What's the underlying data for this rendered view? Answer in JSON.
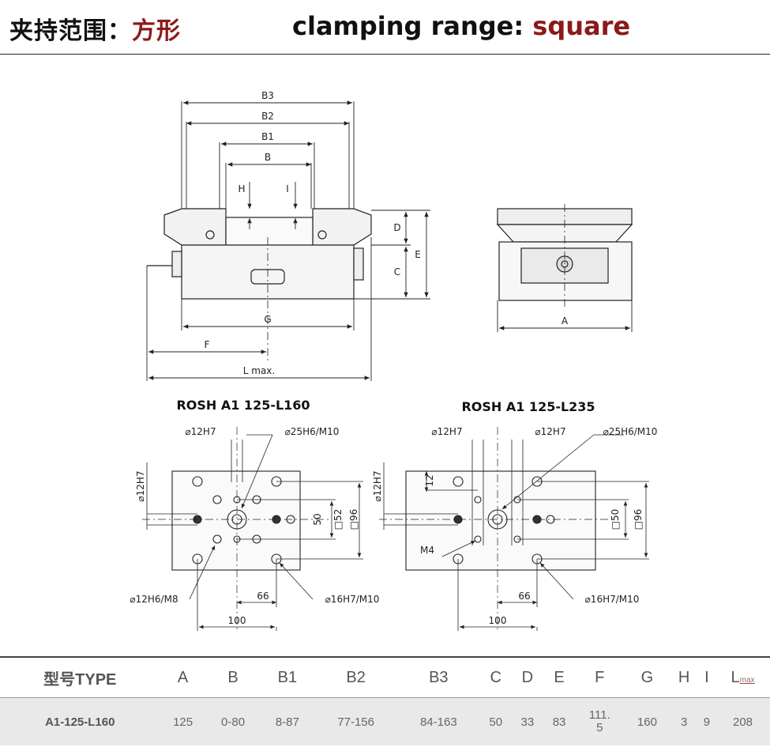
{
  "header": {
    "cn_label": "夹持范围：",
    "cn_value": "方形",
    "en_label": "clamping range: ",
    "en_value": "square"
  },
  "colors": {
    "accent": "#8b1a1a",
    "table_row_bg": "#e9e9e9"
  },
  "drawing": {
    "dims_top": {
      "b3": "B3",
      "b2": "B2",
      "b1": "B1",
      "b": "B",
      "h": "H",
      "i": "I",
      "d": "D",
      "e": "E",
      "c": "C",
      "g": "G",
      "f": "F",
      "lmax": "L max.",
      "a": "A"
    },
    "left_plate": {
      "title": "ROSH A1 125-L160",
      "hole_top_a": "⌀12H7",
      "hole_top_b": "⌀25H6/M10",
      "hole_side": "⌀12H7",
      "dim_50": "50",
      "dim_sq52": "□52",
      "dim_sq96": "□96",
      "hole_bottom_left": "⌀12H6/M8",
      "hole_bottom_right": "⌀16H7/M10",
      "dim_66": "66",
      "dim_100": "100"
    },
    "right_plate": {
      "title": "ROSH A1 125-L235",
      "hole_top_a": "⌀12H7",
      "hole_top_b": "⌀12H7",
      "hole_top_c": "⌀25H6/M10",
      "hole_side": "⌀12H7",
      "dim_12": "12",
      "dim_sq50": "□50",
      "dim_sq96": "□96",
      "m4": "M4",
      "hole_bottom_right": "⌀16H7/M10",
      "dim_66": "66",
      "dim_100": "100"
    }
  },
  "table": {
    "headers": [
      "型号TYPE",
      "A",
      "B",
      "B1",
      "B2",
      "B3",
      "C",
      "D",
      "E",
      "F",
      "G",
      "H",
      "I",
      "L"
    ],
    "lmax_sub": "max",
    "rows": [
      [
        "A1-125-L160",
        "125",
        "0-80",
        "8-87",
        "77-156",
        "84-163",
        "50",
        "33",
        "83",
        "111.\n5",
        "160",
        "3",
        "9",
        "208"
      ]
    ]
  }
}
